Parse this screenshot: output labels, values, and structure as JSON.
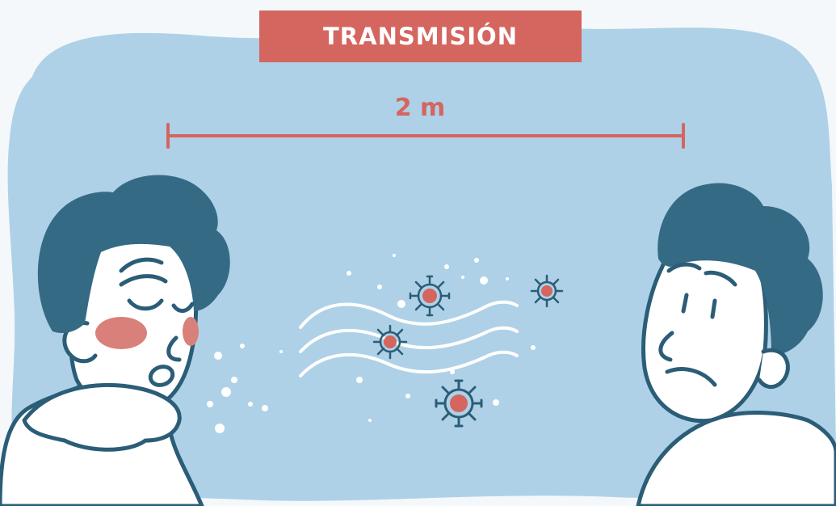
{
  "title": "TRANSMISIÓN",
  "distance": "2 m",
  "colors": {
    "page_background": "#f4f8fa",
    "scene_blob": "#aed1e8",
    "accent_red": "#d4655f",
    "hair_dark_teal": "#356a85",
    "outline": "#2b5d77",
    "skin": "#ffffff",
    "cheek_blush": "#d9807a",
    "particle_white": "#ffffff"
  },
  "icons": {
    "virus": "virus-icon",
    "air_flow": "air-flow-lines",
    "droplets": "droplet-dots"
  },
  "scene": {
    "left_person": "sick-person-coughing",
    "right_person": "worried-person"
  }
}
